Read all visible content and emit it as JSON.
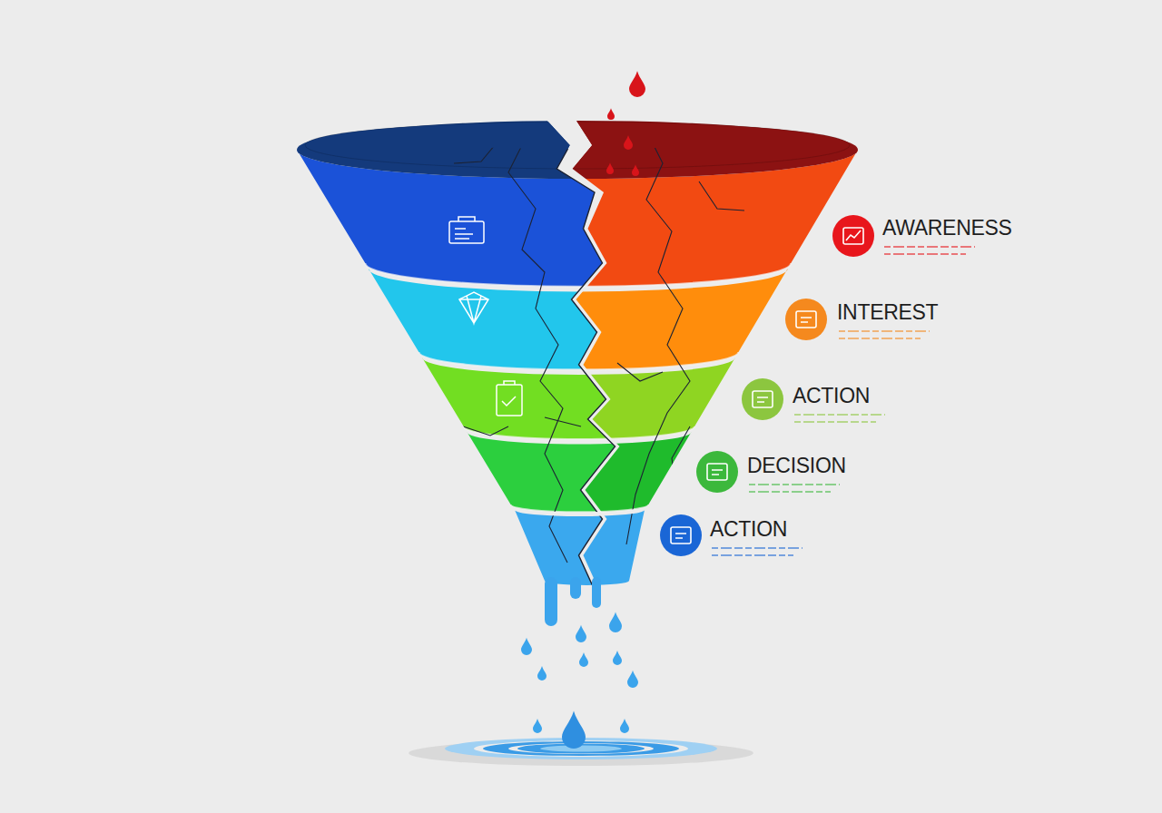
{
  "diagram": {
    "labels": [
      "AWARENESS",
      "INTEREST",
      "ACTION",
      "DECISION",
      "ACTION"
    ]
  }
}
